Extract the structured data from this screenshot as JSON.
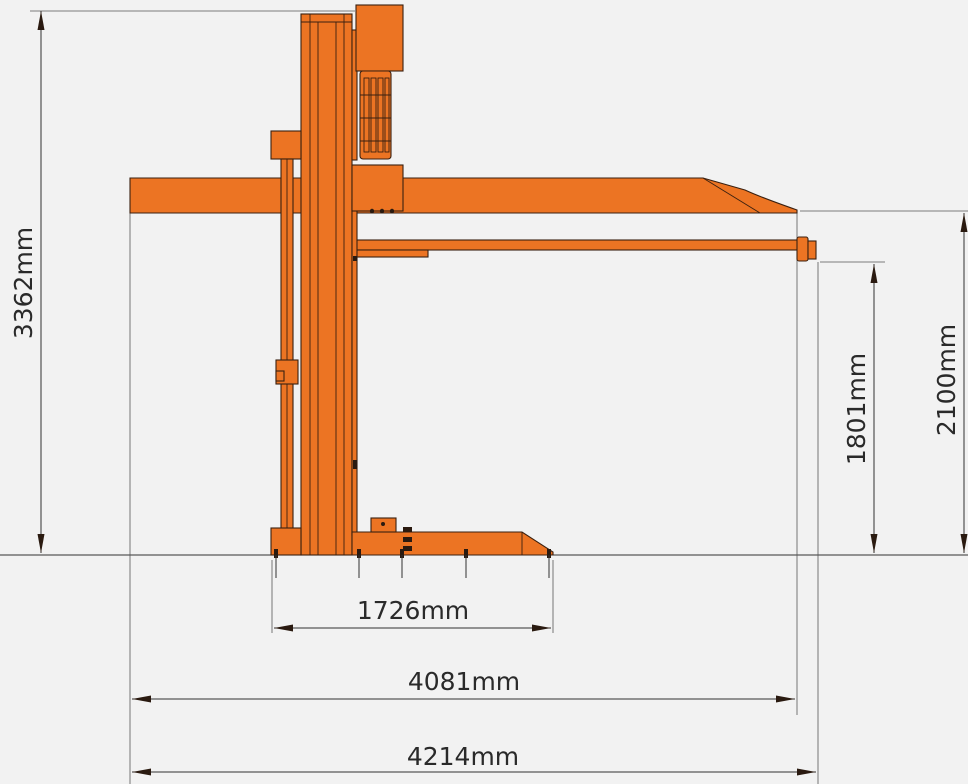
{
  "colors": {
    "accent": "#ec7423",
    "background": "#f2f2f2",
    "line": "#333333"
  },
  "dimensions": {
    "overall_height": "3362mm",
    "platform_height": "2100mm",
    "clearance_height": "1801mm",
    "base_width": "1726mm",
    "platform_length": "4081mm",
    "overall_length": "4214mm"
  }
}
